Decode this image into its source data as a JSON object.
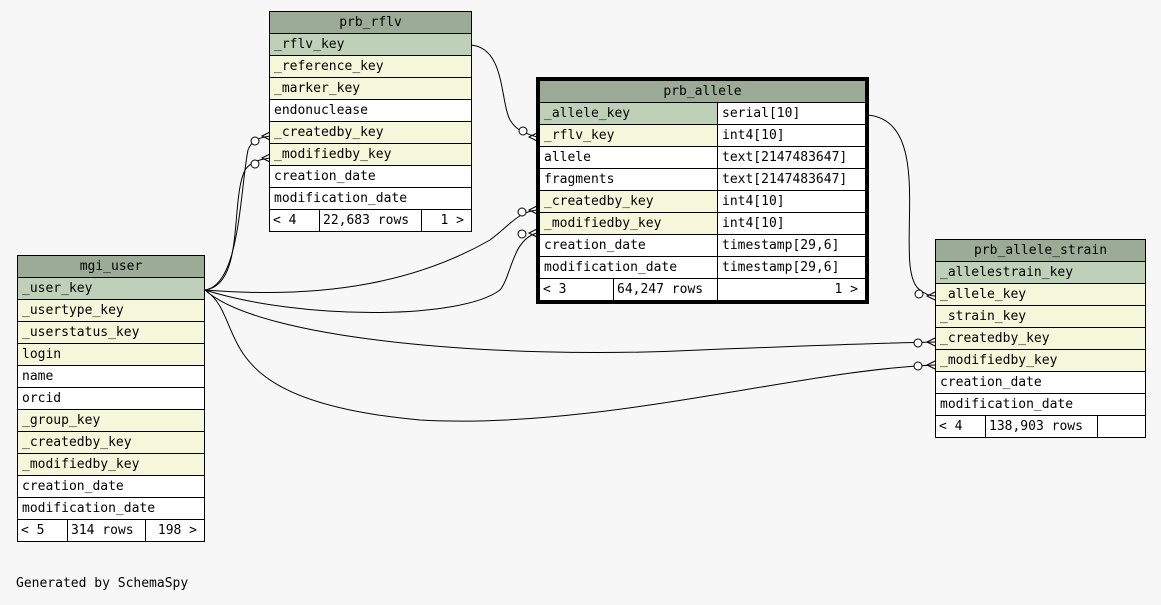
{
  "footer": "Generated by SchemaSpy",
  "tables": {
    "prb_rflv": {
      "name": "prb_rflv",
      "columns": [
        {
          "name": "_rflv_key",
          "role": "pk"
        },
        {
          "name": "_reference_key",
          "role": "fk"
        },
        {
          "name": "_marker_key",
          "role": "fk"
        },
        {
          "name": "endonuclease",
          "role": ""
        },
        {
          "name": "_createdby_key",
          "role": "fk"
        },
        {
          "name": "_modifiedby_key",
          "role": "fk"
        },
        {
          "name": "creation_date",
          "role": ""
        },
        {
          "name": "modification_date",
          "role": ""
        }
      ],
      "footer": {
        "parents": "< 4",
        "rows": "22,683 rows",
        "children": "1 >"
      }
    },
    "prb_allele": {
      "name": "prb_allele",
      "columns": [
        {
          "name": "_allele_key",
          "type": "serial[10]",
          "role": "pk"
        },
        {
          "name": "_rflv_key",
          "type": "int4[10]",
          "role": "fk"
        },
        {
          "name": "allele",
          "type": "text[2147483647]",
          "role": ""
        },
        {
          "name": "fragments",
          "type": "text[2147483647]",
          "role": ""
        },
        {
          "name": "_createdby_key",
          "type": "int4[10]",
          "role": "fk"
        },
        {
          "name": "_modifiedby_key",
          "type": "int4[10]",
          "role": "fk"
        },
        {
          "name": "creation_date",
          "type": "timestamp[29,6]",
          "role": ""
        },
        {
          "name": "modification_date",
          "type": "timestamp[29,6]",
          "role": ""
        }
      ],
      "footer": {
        "parents": "< 3",
        "rows": "64,247 rows",
        "children": "1 >"
      }
    },
    "mgi_user": {
      "name": "mgi_user",
      "columns": [
        {
          "name": "_user_key",
          "role": "pk"
        },
        {
          "name": "_usertype_key",
          "role": "fk"
        },
        {
          "name": "_userstatus_key",
          "role": "fk"
        },
        {
          "name": "login",
          "role": "fk"
        },
        {
          "name": "name",
          "role": ""
        },
        {
          "name": "orcid",
          "role": ""
        },
        {
          "name": "_group_key",
          "role": "fk"
        },
        {
          "name": "_createdby_key",
          "role": "fk"
        },
        {
          "name": "_modifiedby_key",
          "role": "fk"
        },
        {
          "name": "creation_date",
          "role": ""
        },
        {
          "name": "modification_date",
          "role": ""
        }
      ],
      "footer": {
        "parents": "< 5",
        "rows": "314 rows",
        "children": "198 >"
      }
    },
    "prb_allele_strain": {
      "name": "prb_allele_strain",
      "columns": [
        {
          "name": "_allelestrain_key",
          "role": "pk"
        },
        {
          "name": "_allele_key",
          "role": "fk"
        },
        {
          "name": "_strain_key",
          "role": "fk"
        },
        {
          "name": "_createdby_key",
          "role": "fk"
        },
        {
          "name": "_modifiedby_key",
          "role": "fk"
        },
        {
          "name": "creation_date",
          "role": ""
        },
        {
          "name": "modification_date",
          "role": ""
        }
      ],
      "footer": {
        "parents": "< 4",
        "rows": "138,903 rows",
        "children": ""
      }
    }
  }
}
